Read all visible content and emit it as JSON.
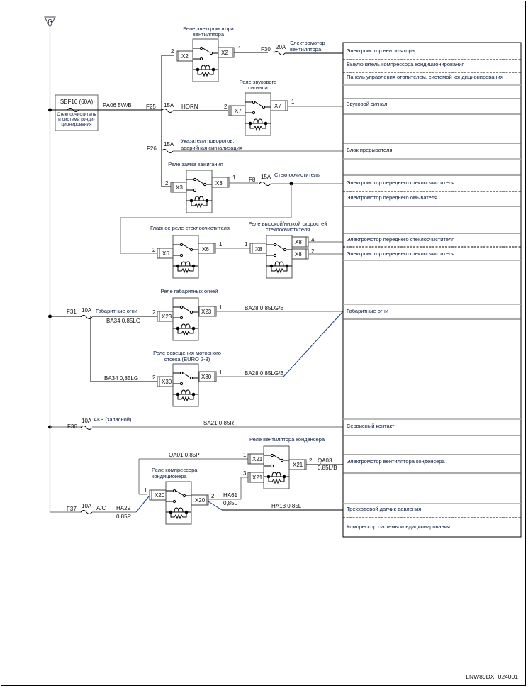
{
  "ground_symbol": "G",
  "main_fuse": {
    "id": "SBF10 (60A)",
    "desc_lines": [
      "Стеклоочиститель",
      "и система конди-",
      "ционирования"
    ],
    "wire": "PA06 5W/B"
  },
  "relays": [
    {
      "key": "fan",
      "title_lines": [
        "Реле электромотора",
        "вентилятора"
      ],
      "in": "X2",
      "out": "X2",
      "pin_in": "2",
      "pin_out": "1"
    },
    {
      "key": "horn",
      "title_lines": [
        "Реле звукового",
        "сигнала"
      ],
      "in": "X7",
      "out": "X7",
      "pin_in": "2",
      "pin_out": "1"
    },
    {
      "key": "ign",
      "title_lines": [
        "Реле замка зажигания"
      ],
      "in": "X3",
      "out": "X3",
      "pin_in": "2",
      "pin_out": "1"
    },
    {
      "key": "wiper_main",
      "title_lines": [
        "Главное реле стеклоочистителя"
      ],
      "in": "X6",
      "out": "X6",
      "pin_in": "2",
      "pin_out": "1"
    },
    {
      "key": "wiper_speed",
      "title_lines": [
        "Реле высокой/низкой скоростей",
        "стеклоочистителя"
      ],
      "in": "X8",
      "out1": "X8",
      "out2": "X8",
      "pin_in": "1",
      "pin_out1": "4",
      "pin_out2": "2"
    },
    {
      "key": "park",
      "title_lines": [
        "Реле габаритных огней"
      ],
      "in": "X23",
      "out": "X23",
      "pin_in": "2",
      "pin_out": "1"
    },
    {
      "key": "engine_light",
      "title_lines": [
        "Реле освещения моторного",
        "отсека (EURO 2-3)"
      ],
      "in": "X30",
      "out": "X30",
      "pin_in": "2",
      "pin_out": "1"
    },
    {
      "key": "cond_fan",
      "title_lines": [
        "Реле вентилятора конденсера"
      ],
      "in1": "X21",
      "in2": "X21",
      "out": "X21",
      "pin_in1": "1",
      "pin_in2": "3",
      "pin_out": "2"
    },
    {
      "key": "compressor",
      "title_lines": [
        "Реле компрессора",
        "кондиционера"
      ],
      "in": "X20",
      "out": "X20",
      "pin_in": "1",
      "pin_out": "2"
    }
  ],
  "fuses": {
    "F30": {
      "id": "F30",
      "rating": "20A",
      "label_lines": [
        "Электромотор",
        "вентилятора"
      ]
    },
    "F25": {
      "id": "F25",
      "rating": "15A",
      "label": "HORN"
    },
    "F26": {
      "id": "F26",
      "rating": "15A",
      "label_lines": [
        "Указатели поворотов,",
        "аварийная сигнализация"
      ]
    },
    "F8": {
      "id": "F8",
      "rating": "15A",
      "label": "Стеклоочиститель"
    },
    "F31": {
      "id": "F31",
      "rating": "10A",
      "label": "Габаритные огни"
    },
    "F36": {
      "id": "F36",
      "rating": "10A",
      "label": "АКБ (запасной)"
    },
    "F37": {
      "id": "F37",
      "rating": "10A",
      "label": "A/C"
    }
  },
  "wires": {
    "ba34_a": "BA34 0.85LG",
    "ba34_b": "BA34 0,85LG",
    "ba28_a": "BA28 0.85LG/B",
    "ba28_b": "BA28 0.85LG/B",
    "sa21": "SA21 0.85R",
    "qa01": "QA01 0.85P",
    "qa03_1": "QA03",
    "qa03_2": "0,85L/B",
    "ha61_1": "HA61",
    "ha61_2": "0,85L",
    "ha13": "HA13 0.85L",
    "ha29_1": "HA29",
    "ha29_2": "0.85P"
  },
  "loads": [
    "Электромотор вентилятора",
    "Выключатель компрессора кондиционирования",
    "Панель управления отопителем, системой кондиционирования",
    "Звуковой сигнал",
    "Блок прерывателя",
    "Электромотор переднего стеклоочистителя",
    "Электромотор переднего омывателя",
    "Электромотор переднего стеклоочистителя",
    "Электромотор переднего стеклоочистителя",
    "Габаритные огни",
    "Сервисный контакт",
    "Электромотор вентилятора конденсера",
    "Трехходовой датчик давления",
    "Компрессор системы кондиционирования"
  ],
  "figure_id": "LNW89DXF024001"
}
